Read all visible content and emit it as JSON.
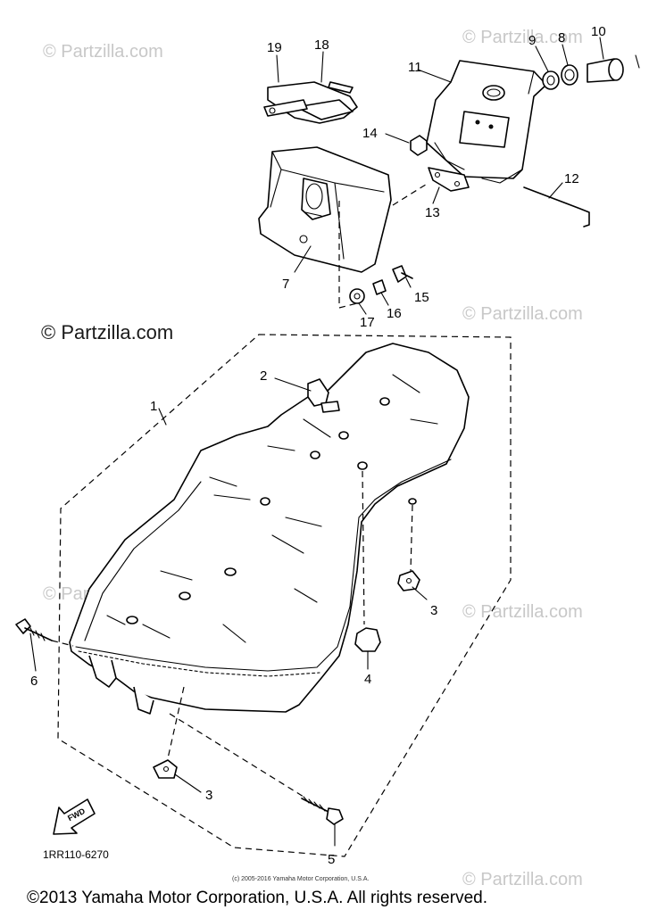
{
  "watermark": {
    "text": "© Partzilla.com"
  },
  "parts": {
    "1": "1",
    "2": "2",
    "3": "3",
    "4": "4",
    "5": "5",
    "6": "6",
    "7": "7",
    "8": "8",
    "9": "9",
    "10": "10",
    "11": "11",
    "12": "12",
    "13": "13",
    "14": "14",
    "15": "15",
    "16": "16",
    "17": "17",
    "18": "18",
    "19": "19"
  },
  "fwd_label": "FWD",
  "diagram_code": "1RR110-6270",
  "fine_print": "(c) 2005-2016 Yamaha Motor Corporation, U.S.A.",
  "copyright": "©2013 Yamaha Motor Corporation, U.S.A. All rights reserved."
}
